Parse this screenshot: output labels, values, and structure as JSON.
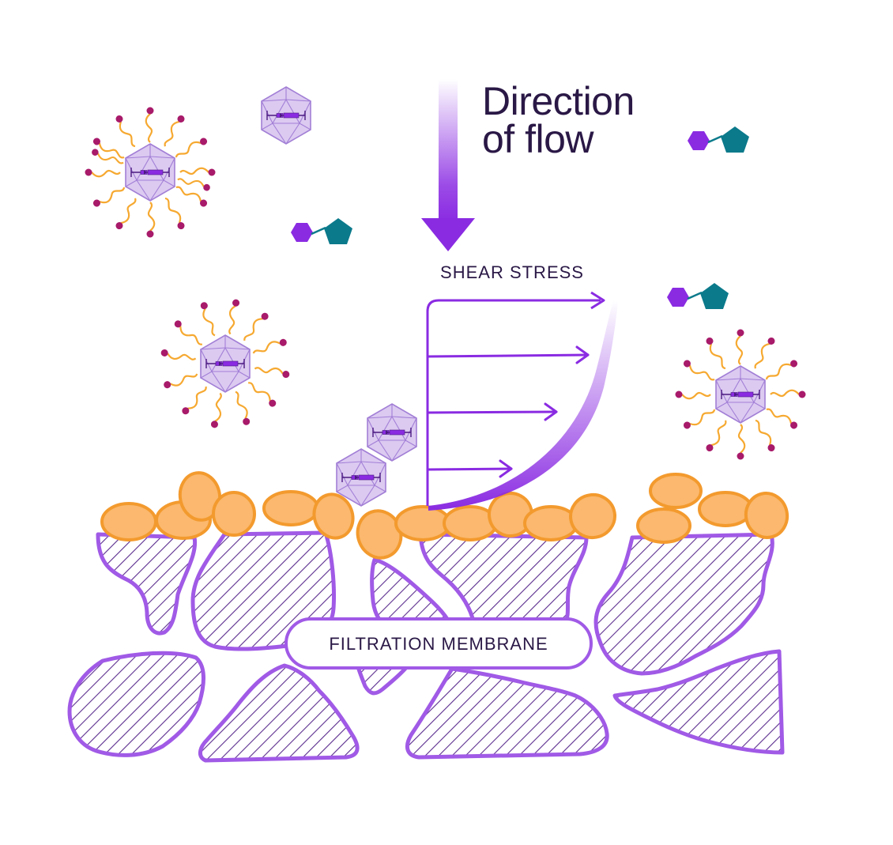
{
  "diagram": {
    "title_line1": "Direction",
    "title_line2": "of flow",
    "shear_label": "SHEAR STRESS",
    "membrane_label": "FILTRATION MEMBRANE"
  },
  "colors": {
    "purple": "#8a2be2",
    "teal": "#0b7a8b",
    "orange_fill": "#fbb86e",
    "orange_stroke": "#f39a2e",
    "membrane_stroke": "#a05ae6",
    "hatch": "#5b2d8e",
    "capsid_fill": "#d8c4f0",
    "capsid_stroke": "#a27fd6",
    "peg": "#f6a931",
    "peg_tip": "#a81a6a",
    "text": "#2a1846"
  },
  "icons": [
    "virus-capsid-icon",
    "pegylated-nanoparticle-icon",
    "hexagon-pentagon-molecule-icon",
    "flow-arrow-icon"
  ]
}
